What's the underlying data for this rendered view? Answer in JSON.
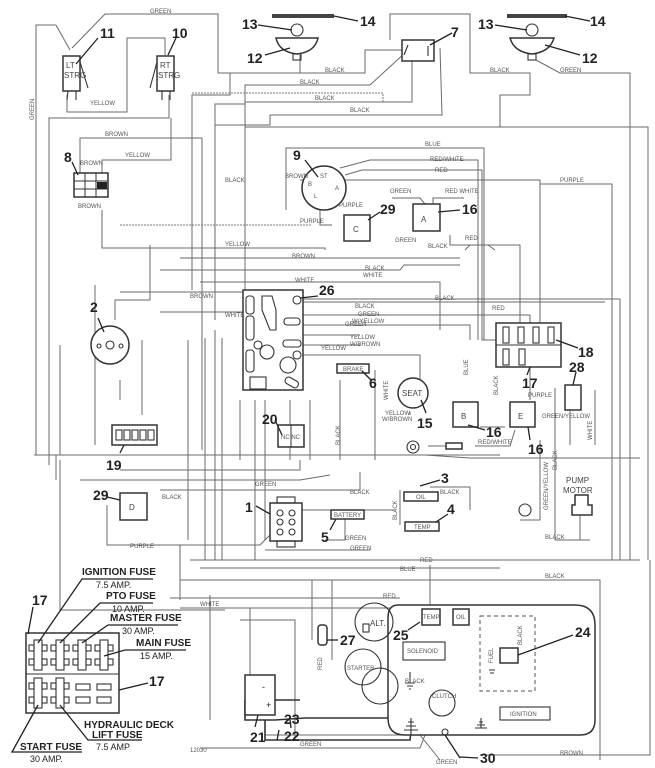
{
  "diagram": {
    "title_code": "12030",
    "components": [
      {
        "id": "1",
        "name": "Connector"
      },
      {
        "id": "2",
        "name": "Hour meter / switch"
      },
      {
        "id": "3",
        "name": "Oil sender",
        "label": "OIL"
      },
      {
        "id": "4",
        "name": "Temp sender",
        "label": "TEMP"
      },
      {
        "id": "5",
        "name": "Battery indicator",
        "label": "BATTERY"
      },
      {
        "id": "6",
        "name": "Brake indicator",
        "label": "BRAKE"
      },
      {
        "id": "7",
        "name": "Light switch"
      },
      {
        "id": "8",
        "name": "Connector block"
      },
      {
        "id": "9",
        "name": "Ignition switch"
      },
      {
        "id": "10",
        "name": "Right steering switch",
        "label": "RT STRG"
      },
      {
        "id": "11",
        "name": "Left steering switch",
        "label": "LT STRG"
      },
      {
        "id": "12",
        "name": "Headlight housing"
      },
      {
        "id": "13",
        "name": "Bulb"
      },
      {
        "id": "14",
        "name": "Lens bar"
      },
      {
        "id": "15",
        "name": "Seat switch",
        "label": "SEAT"
      },
      {
        "id": "16",
        "name": "Relay",
        "labels": [
          "A",
          "B",
          "E"
        ]
      },
      {
        "id": "17",
        "name": "Fuse block"
      },
      {
        "id": "18",
        "name": "Fuse"
      },
      {
        "id": "19",
        "name": "Diode pack"
      },
      {
        "id": "20",
        "name": "PTO switch",
        "label": "NC NC"
      },
      {
        "id": "21",
        "name": "Battery"
      },
      {
        "id": "22",
        "name": "Positive cable"
      },
      {
        "id": "23",
        "name": "Ground cable"
      },
      {
        "id": "24",
        "name": "Fuel solenoid"
      },
      {
        "id": "25",
        "name": "Temp switch",
        "label": "TEMP"
      },
      {
        "id": "26",
        "name": "Control module"
      },
      {
        "id": "27",
        "name": "Fusible link"
      },
      {
        "id": "28",
        "name": "Pump connector"
      },
      {
        "id": "29",
        "name": "Relay",
        "labels": [
          "C",
          "D"
        ]
      },
      {
        "id": "30",
        "name": "Ground strap"
      }
    ],
    "component_text": {
      "lt_strg_1": "LT",
      "lt_strg_2": "STRG",
      "rt_strg_1": "RT",
      "rt_strg_2": "STRG",
      "seat": "SEAT",
      "oil_sender": "OIL",
      "temp_sender": "TEMP",
      "battery_ind": "BATTERY",
      "brake_ind": "BRAKE",
      "relay_a": "A",
      "relay_b": "B",
      "relay_e": "E",
      "relay_c": "C",
      "relay_d": "D",
      "pto_nc": "NC NC",
      "pump_motor_1": "PUMP",
      "pump_motor_2": "MOTOR",
      "alt": "ALT.",
      "starter": "STARTER",
      "engine_temp": "TEMP",
      "engine_oil": "OIL",
      "solenoid": "SOLENOID",
      "clutch": "CLUTCH",
      "ignition": "IGNITION",
      "batt_minus": "-",
      "batt_plus": "+",
      "fuel": "FUEL"
    },
    "wire_labels": {
      "green_top": "GREEN",
      "green_left_v": "GREEN",
      "green_11": "GREEN",
      "yellow_steer": "YELLOW",
      "black_12l": "BLACK",
      "black_12r": "BLACK",
      "green_12r": "GREEN",
      "black_a": "BLACK",
      "black_b": "BLACK",
      "black_c": "BLACK",
      "brown_8": "BROWN",
      "yellow_8": "YELLOW",
      "brown_8a": "BROWN",
      "brown_8b": "BROWN",
      "blue": "BLUE",
      "redwhite": "RED/WHITE",
      "red": "RED",
      "purple_r": "PURPLE",
      "brown_9": "BROWN",
      "purple_29": "PURPLE",
      "purple_l": "PURPLE",
      "green_16": "GREEN",
      "redwhite_16": "RED WHITE",
      "green_16b": "GREEN",
      "black_16": "BLACK",
      "red_16": "RED",
      "yellow_mid": "YELLOW",
      "brown_mid": "BROWN",
      "blackwhite_1": "BLACK",
      "blackwhite_2": "WHITE",
      "white_26": "WHITE",
      "brown_26": "BROWN",
      "white_26l": "WHITE",
      "black_26": "BLACK",
      "black_26b": "BLACK",
      "green_yellow_1": "GREEN",
      "green_yellow_2": "W/YELLOW",
      "green_26": "GREEN",
      "yellow_brown_1": "YELLOW",
      "yellow_brown_2": "W/BROWN",
      "yellow_26": "YELLOW",
      "red_18": "RED",
      "blue_v": "BLUE",
      "black_17v": "BLACK",
      "purple_28": "PURPLE",
      "green_yellow_28": "GREEN/YELLOW",
      "white_28": "WHITE",
      "white_v": "WHITE",
      "black_v": "BLACK",
      "yellow_15a": "YELLOW",
      "yellow_15b": "W/BROWN",
      "red_white_16b": "RED/WHITE",
      "green_yellow_v": "GREEN/YELLOW",
      "black_pump": "BLACK",
      "black_pump_b": "BLACK",
      "black_29": "BLACK",
      "green_mid": "GREEN",
      "purple_29b": "PURPLE",
      "black_3a": "BLACK",
      "black_3b": "BLACK",
      "black_3v": "BLACK",
      "green_5a": "GREEN",
      "green_5b": "GREEN",
      "red_low": "RED",
      "blue_low": "BLUE",
      "black_low": "BLACK",
      "white_low": "WHITE",
      "red_alt": "RED",
      "red_27": "RED",
      "black_sol": "BLACK",
      "black_24": "BLACK",
      "green_gnd": "GREEN",
      "green_bot": "GREEN",
      "brown_bot": "BROWN",
      "white_v2": "WHITE"
    },
    "fuse_legend": {
      "ignition_fuse": "IGNITION FUSE",
      "ignition_amp": "7.5 AMP.",
      "pto_fuse": "PTO FUSE",
      "pto_amp": "10 AMP.",
      "master_fuse": "MASTER FUSE",
      "master_amp": "30 AMP.",
      "main_fuse": "MAIN FUSE",
      "main_amp": "15 AMP.",
      "hydraulic_1": "HYDRAULIC DECK",
      "hydraulic_2": "LIFT FUSE",
      "hydraulic_amp": "7.5 AMP",
      "start_fuse": "START FUSE",
      "start_amp": "30 AMP."
    }
  }
}
